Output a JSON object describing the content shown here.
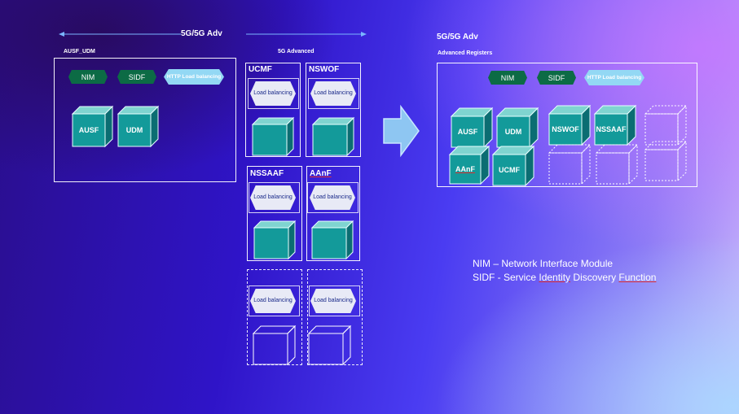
{
  "left": {
    "header": "5G/5G Adv",
    "group_label": "AUSF_UDM",
    "pills": [
      "NIM",
      "SIDF",
      "HTTP Load balancing"
    ],
    "cubes": [
      "AUSF",
      "UDM"
    ]
  },
  "middle": {
    "header": "5G Advanced",
    "modules": [
      "UCMF",
      "NSWOF",
      "NSSAAF",
      "AAnF"
    ],
    "load_balancing": "Load balancing"
  },
  "right": {
    "header": "5G/5G Adv",
    "subheader": "Advanced Registers",
    "pills": [
      "NIM",
      "SIDF",
      "HTTP Load balancing"
    ],
    "cubes": [
      "AUSF",
      "UDM",
      "NSWOF",
      "NSSAAF",
      "AAnF",
      "UCMF"
    ]
  },
  "legend": {
    "line1": "NIM – Network Interface Module",
    "line2_a": "SIDF - Service ",
    "line2_b": "Identity",
    "line2_c": " Discovery ",
    "line2_d": "Function"
  },
  "colors": {
    "cube_front": "#139a9a",
    "cube_top": "#7fd4d0",
    "cube_side": "#0b6d72",
    "pill_green": "#0c6b45",
    "pill_light": "#93d8f4",
    "arrow": "#8ec6f2"
  }
}
